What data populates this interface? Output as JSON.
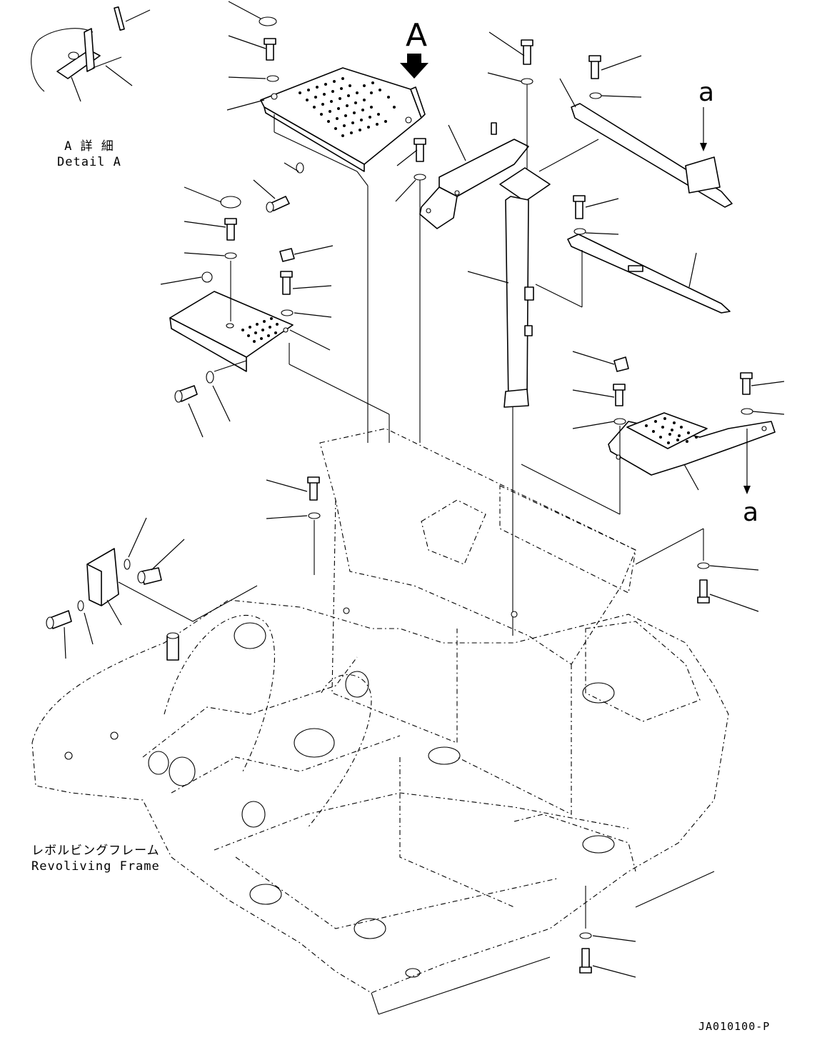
{
  "view_marker_A": "A",
  "view_marker_a_top": "a",
  "view_marker_a_bottom": "a",
  "detail": {
    "title_jp": "A 詳 細",
    "title_en": "Detail A"
  },
  "frame": {
    "name_jp": "レボルビングフレーム",
    "name_en": "Revoliving Frame"
  },
  "drawing_number": "JA010100-P"
}
